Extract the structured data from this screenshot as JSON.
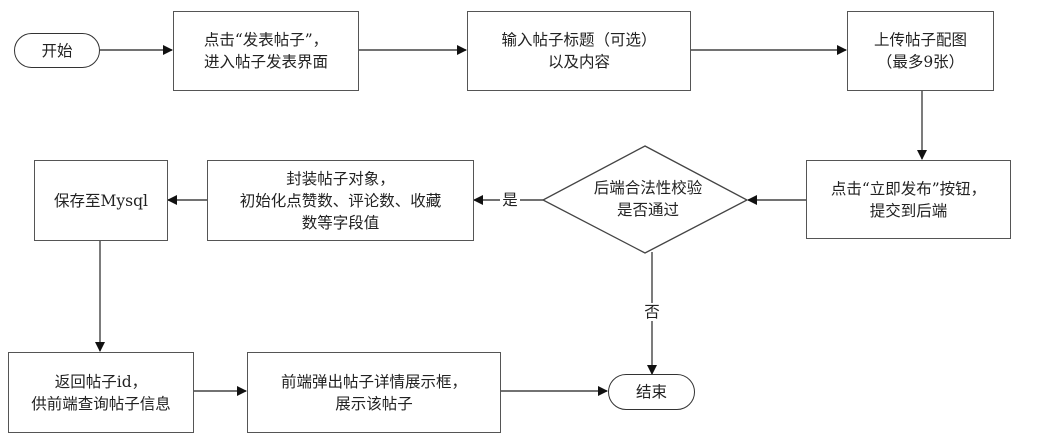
{
  "diagram": {
    "type": "flowchart",
    "nodes": {
      "start": {
        "kind": "terminator",
        "lines": [
          "开始"
        ]
      },
      "click_post": {
        "kind": "process",
        "lines": [
          "点击“发表帖子”，",
          "进入帖子发表界面"
        ]
      },
      "input_title": {
        "kind": "process",
        "lines": [
          "输入帖子标题（可选）",
          "以及内容"
        ]
      },
      "upload_images": {
        "kind": "process",
        "lines": [
          "上传帖子配图",
          "（最多9张）"
        ]
      },
      "click_publish": {
        "kind": "process",
        "lines": [
          "点击“立即发布”按钮，",
          "提交到后端"
        ]
      },
      "validate": {
        "kind": "decision",
        "lines": [
          "后端合法性校验",
          "是否通过"
        ]
      },
      "wrap_object": {
        "kind": "process",
        "lines": [
          "封装帖子对象，",
          "初始化点赞数、评论数、收藏",
          "数等字段值"
        ]
      },
      "save_mysql": {
        "kind": "process",
        "lines": [
          "保存至Mysql"
        ]
      },
      "return_id": {
        "kind": "process",
        "lines": [
          "返回帖子id，",
          "供前端查询帖子信息"
        ]
      },
      "show_detail": {
        "kind": "process",
        "lines": [
          "前端弹出帖子详情展示框，",
          "展示该帖子"
        ]
      },
      "end": {
        "kind": "terminator",
        "lines": [
          "结束"
        ]
      }
    },
    "edges": [
      {
        "from": "start",
        "to": "click_post",
        "label": ""
      },
      {
        "from": "click_post",
        "to": "input_title",
        "label": ""
      },
      {
        "from": "input_title",
        "to": "upload_images",
        "label": ""
      },
      {
        "from": "upload_images",
        "to": "click_publish",
        "label": ""
      },
      {
        "from": "click_publish",
        "to": "validate",
        "label": ""
      },
      {
        "from": "validate",
        "to": "wrap_object",
        "label": "是"
      },
      {
        "from": "validate",
        "to": "end",
        "label": "否"
      },
      {
        "from": "wrap_object",
        "to": "save_mysql",
        "label": ""
      },
      {
        "from": "save_mysql",
        "to": "return_id",
        "label": ""
      },
      {
        "from": "return_id",
        "to": "show_detail",
        "label": ""
      },
      {
        "from": "show_detail",
        "to": "end",
        "label": ""
      }
    ],
    "edge_labels": {
      "yes": "是",
      "no": "否"
    }
  }
}
